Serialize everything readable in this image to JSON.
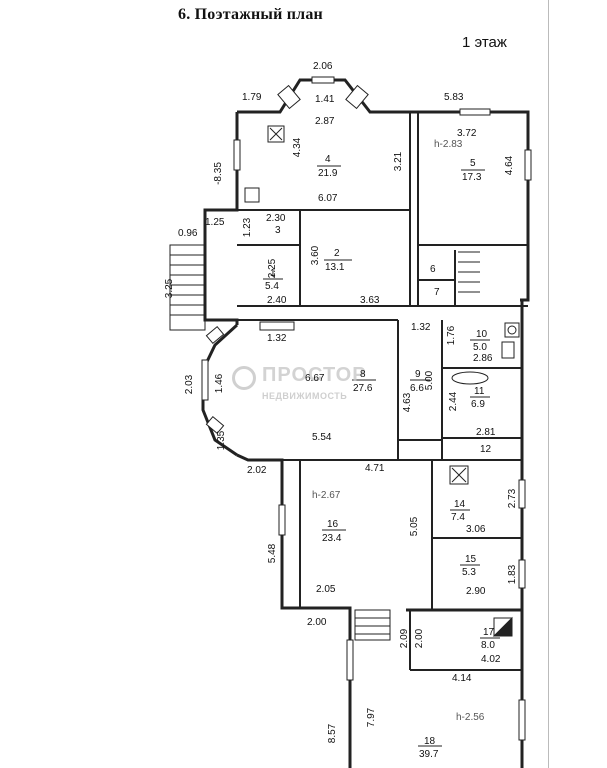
{
  "header": {
    "title": "6. Поэтажный план",
    "floor": "1 этаж"
  },
  "watermark": {
    "name": "ПРОСТОР",
    "sub": "НЕДВИЖИМОСТЬ"
  },
  "rooms": [
    {
      "id": "room-1",
      "number": "1",
      "area": "5.4"
    },
    {
      "id": "room-2",
      "number": "2",
      "area": "13.1"
    },
    {
      "id": "room-3",
      "number": "3",
      "area": ""
    },
    {
      "id": "room-4",
      "number": "4",
      "area": "21.9"
    },
    {
      "id": "room-5",
      "number": "5",
      "area": "17.3"
    },
    {
      "id": "room-6",
      "number": "6",
      "area": ""
    },
    {
      "id": "room-7",
      "number": "7",
      "area": ""
    },
    {
      "id": "room-8",
      "number": "8",
      "area": "27.6"
    },
    {
      "id": "room-9",
      "number": "9",
      "area": "6.6"
    },
    {
      "id": "room-10",
      "number": "10",
      "area": "5.0"
    },
    {
      "id": "room-11",
      "number": "11",
      "area": "6.9"
    },
    {
      "id": "room-12",
      "number": "12",
      "area": ""
    },
    {
      "id": "room-14",
      "number": "14",
      "area": "7.4"
    },
    {
      "id": "room-15",
      "number": "15",
      "area": "5.3"
    },
    {
      "id": "room-16",
      "number": "16",
      "area": "23.4"
    },
    {
      "id": "room-17",
      "number": "17",
      "area": "8.0"
    },
    {
      "id": "room-18",
      "number": "18",
      "area": "39.7"
    }
  ],
  "heights": {
    "h1": "h-2.83",
    "h2": "h-2.67",
    "h3": "h-2.56"
  },
  "dims": {
    "d206": "2.06",
    "d179": "1.79",
    "d141": "1.41",
    "d583": "5.83",
    "d287": "2.87",
    "d434": "4.34",
    "d372": "3.72",
    "d321": "3.21",
    "d464": "4.64",
    "d835": "-8.35",
    "d607": "6.07",
    "d125": "1.25",
    "d230": "2.30",
    "d123": "1.23",
    "d096": "0.96",
    "d360": "3.60",
    "d225": "2.25",
    "d325": "3.25",
    "d240": "2.40",
    "d363": "3.63",
    "d132a": "1.32",
    "d132b": "1.32",
    "d176": "1.76",
    "d286": "2.86",
    "d667": "6.67",
    "d500": "5.00",
    "d463": "4.63",
    "d203": "2.03",
    "d146": "1.46",
    "d244": "2.44",
    "d554": "5.54",
    "d281": "2.81",
    "d135": "1.35",
    "d202": "2.02",
    "d471": "4.71",
    "d273": "2.73",
    "d505": "5.05",
    "d306": "3.06",
    "d548": "5.48",
    "d205": "2.05",
    "d183": "1.83",
    "d290": "2.90",
    "d200": "2.00",
    "d209": "2.09",
    "d200b": "2.00",
    "d402": "4.02",
    "d414": "4.14",
    "d857": "8.57",
    "d797": "7.97"
  }
}
